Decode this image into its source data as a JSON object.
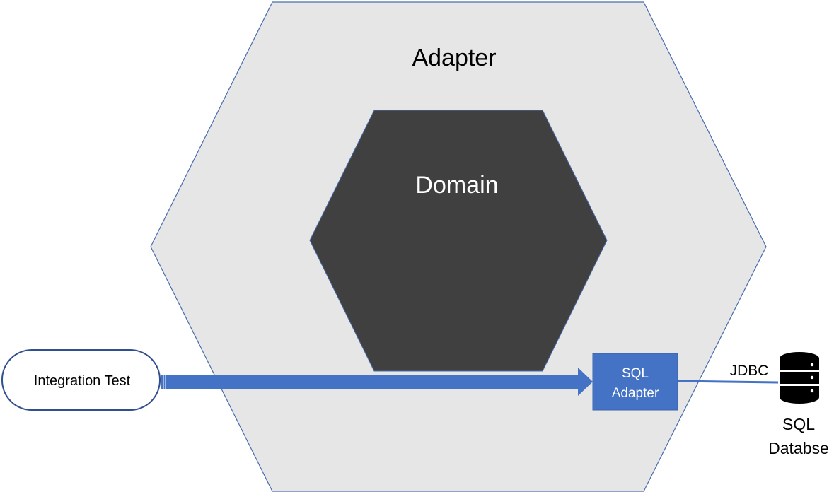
{
  "outer_hexagon": {
    "label": "Adapter"
  },
  "inner_hexagon": {
    "label": "Domain"
  },
  "test_node": {
    "label": "Integration Test"
  },
  "sql_adapter": {
    "line1": "SQL",
    "line2": "Adapter"
  },
  "connection": {
    "label": "JDBC"
  },
  "database": {
    "icon": "database-icon",
    "line1": "SQL",
    "line2": "Databse"
  },
  "colors": {
    "outer_fill": "#e6e6e6",
    "outer_stroke": "#4a6cae",
    "inner_fill": "#404040",
    "inner_label": "#ffffff",
    "accent": "#4472c4",
    "database_icon": "#000000"
  }
}
